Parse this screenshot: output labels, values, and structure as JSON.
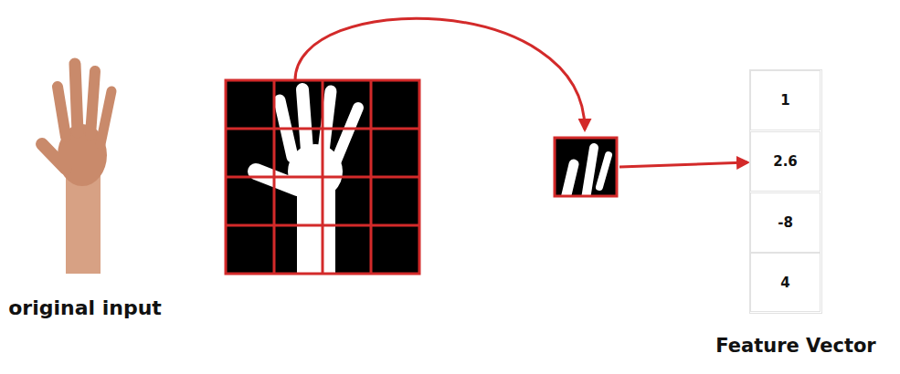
{
  "diagram": {
    "nodes": [
      {
        "text": [
          "Feature Vector"
        ]
      },
      {
        "text": [
          "1"
        ],
        "in": 0
      },
      {
        "text": [
          "2.6"
        ],
        "in": 0
      },
      {
        "text": [
          "-8"
        ],
        "in": 0
      },
      {
        "text": [
          "4"
        ],
        "in": 0
      }
    ],
    "labels": [
      "original input"
    ]
  }
}
